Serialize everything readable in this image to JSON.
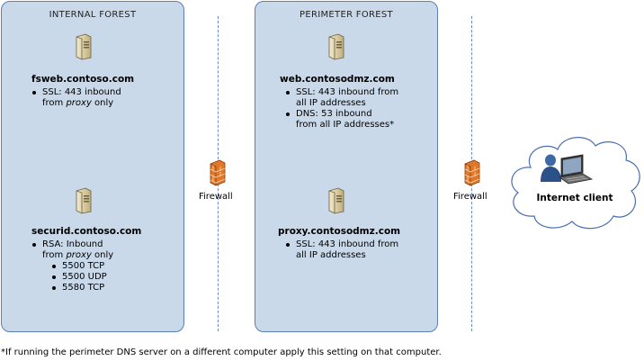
{
  "internal_forest": {
    "title": "INTERNAL FOREST",
    "servers": [
      {
        "name": "fsweb.contoso.com",
        "rules": [
          {
            "line1": "SSL: 443 inbound",
            "line2_pre": "from ",
            "line2_em": "proxy",
            "line2_post": " only"
          }
        ]
      },
      {
        "name": "securid.contoso.com",
        "rules": [
          {
            "line1": "RSA: Inbound",
            "line2_pre": "from ",
            "line2_em": "proxy",
            "line2_post": " only"
          }
        ],
        "ports": [
          "5500 TCP",
          "5500 UDP",
          "5580 TCP"
        ]
      }
    ]
  },
  "perimeter_forest": {
    "title": "PERIMETER FOREST",
    "servers": [
      {
        "name": "web.contosodmz.com",
        "rules": [
          {
            "line1": "SSL: 443 inbound from",
            "line2": "all IP addresses"
          },
          {
            "line1": "DNS: 53 inbound",
            "line2": "from all IP addresses*"
          }
        ]
      },
      {
        "name": "proxy.contosodmz.com",
        "rules": [
          {
            "line1": "SSL: 443 inbound from",
            "line2": "all IP addresses"
          }
        ]
      }
    ]
  },
  "firewalls": [
    {
      "label": "Firewall"
    },
    {
      "label": "Firewall"
    }
  ],
  "internet": {
    "label": "Internet client"
  },
  "footnote": "*If running the perimeter DNS server on a different computer apply this setting on that computer.",
  "colors": {
    "forest_fill": "#c9d9ea",
    "forest_border": "#5b7fb6",
    "divider": "#6a8cc4",
    "firewall": "#e0782a"
  },
  "icons": [
    "server-icon",
    "firewall-icon",
    "cloud-icon",
    "internet-client-icon"
  ]
}
